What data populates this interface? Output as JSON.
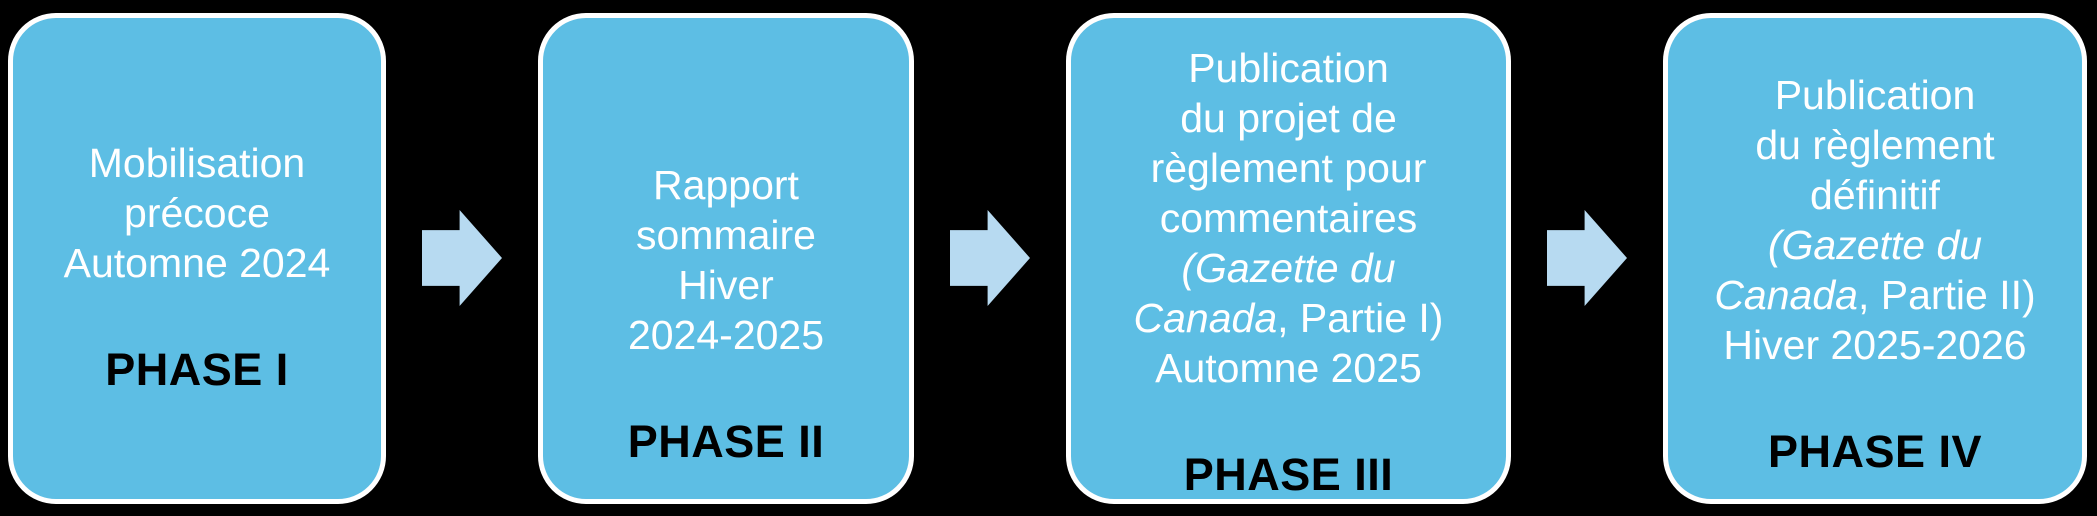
{
  "background_color": "#000000",
  "colors": {
    "box_fill": "#5DBEE4",
    "box_border": "#FFFFFF",
    "box_text": "#FFFFFF",
    "phase_text": "#000000",
    "arrow_fill": "#B7DAF1"
  },
  "diagram": {
    "title": "Regulatory process phases timeline",
    "arrow_icon": "right-arrow-icon",
    "boxes": [
      {
        "name": "phase-1",
        "lines": [
          [
            {
              "t": "Mobilisation"
            }
          ],
          [
            {
              "t": "précoce"
            }
          ],
          [
            {
              "t": "Automne 2024"
            }
          ]
        ],
        "phase_label": "PHASE I"
      },
      {
        "name": "phase-2",
        "lines": [
          [
            {
              "t": "Rapport"
            }
          ],
          [
            {
              "t": "sommaire"
            }
          ],
          [
            {
              "t": "Hiver"
            }
          ],
          [
            {
              "t": "2024-2025"
            }
          ]
        ],
        "phase_label": "PHASE II"
      },
      {
        "name": "phase-3",
        "lines": [
          [
            {
              "t": "Publication"
            }
          ],
          [
            {
              "t": "du projet de"
            }
          ],
          [
            {
              "t": "règlement pour"
            }
          ],
          [
            {
              "t": "commentaires"
            }
          ],
          [
            {
              "t": "(Gazette du",
              "i": true
            }
          ],
          [
            {
              "t": "Canada",
              "i": true
            },
            {
              "t": ", Partie I)"
            }
          ],
          [
            {
              "t": "Automne 2025"
            }
          ]
        ],
        "phase_label": "PHASE III"
      },
      {
        "name": "phase-4",
        "lines": [
          [
            {
              "t": "Publication"
            }
          ],
          [
            {
              "t": "du règlement"
            }
          ],
          [
            {
              "t": "définitif"
            }
          ],
          [
            {
              "t": "(Gazette du",
              "i": true
            }
          ],
          [
            {
              "t": "Canada",
              "i": true
            },
            {
              "t": ", Partie II)"
            }
          ],
          [
            {
              "t": "Hiver 2025-2026"
            }
          ]
        ],
        "phase_label": "PHASE IV"
      }
    ]
  }
}
